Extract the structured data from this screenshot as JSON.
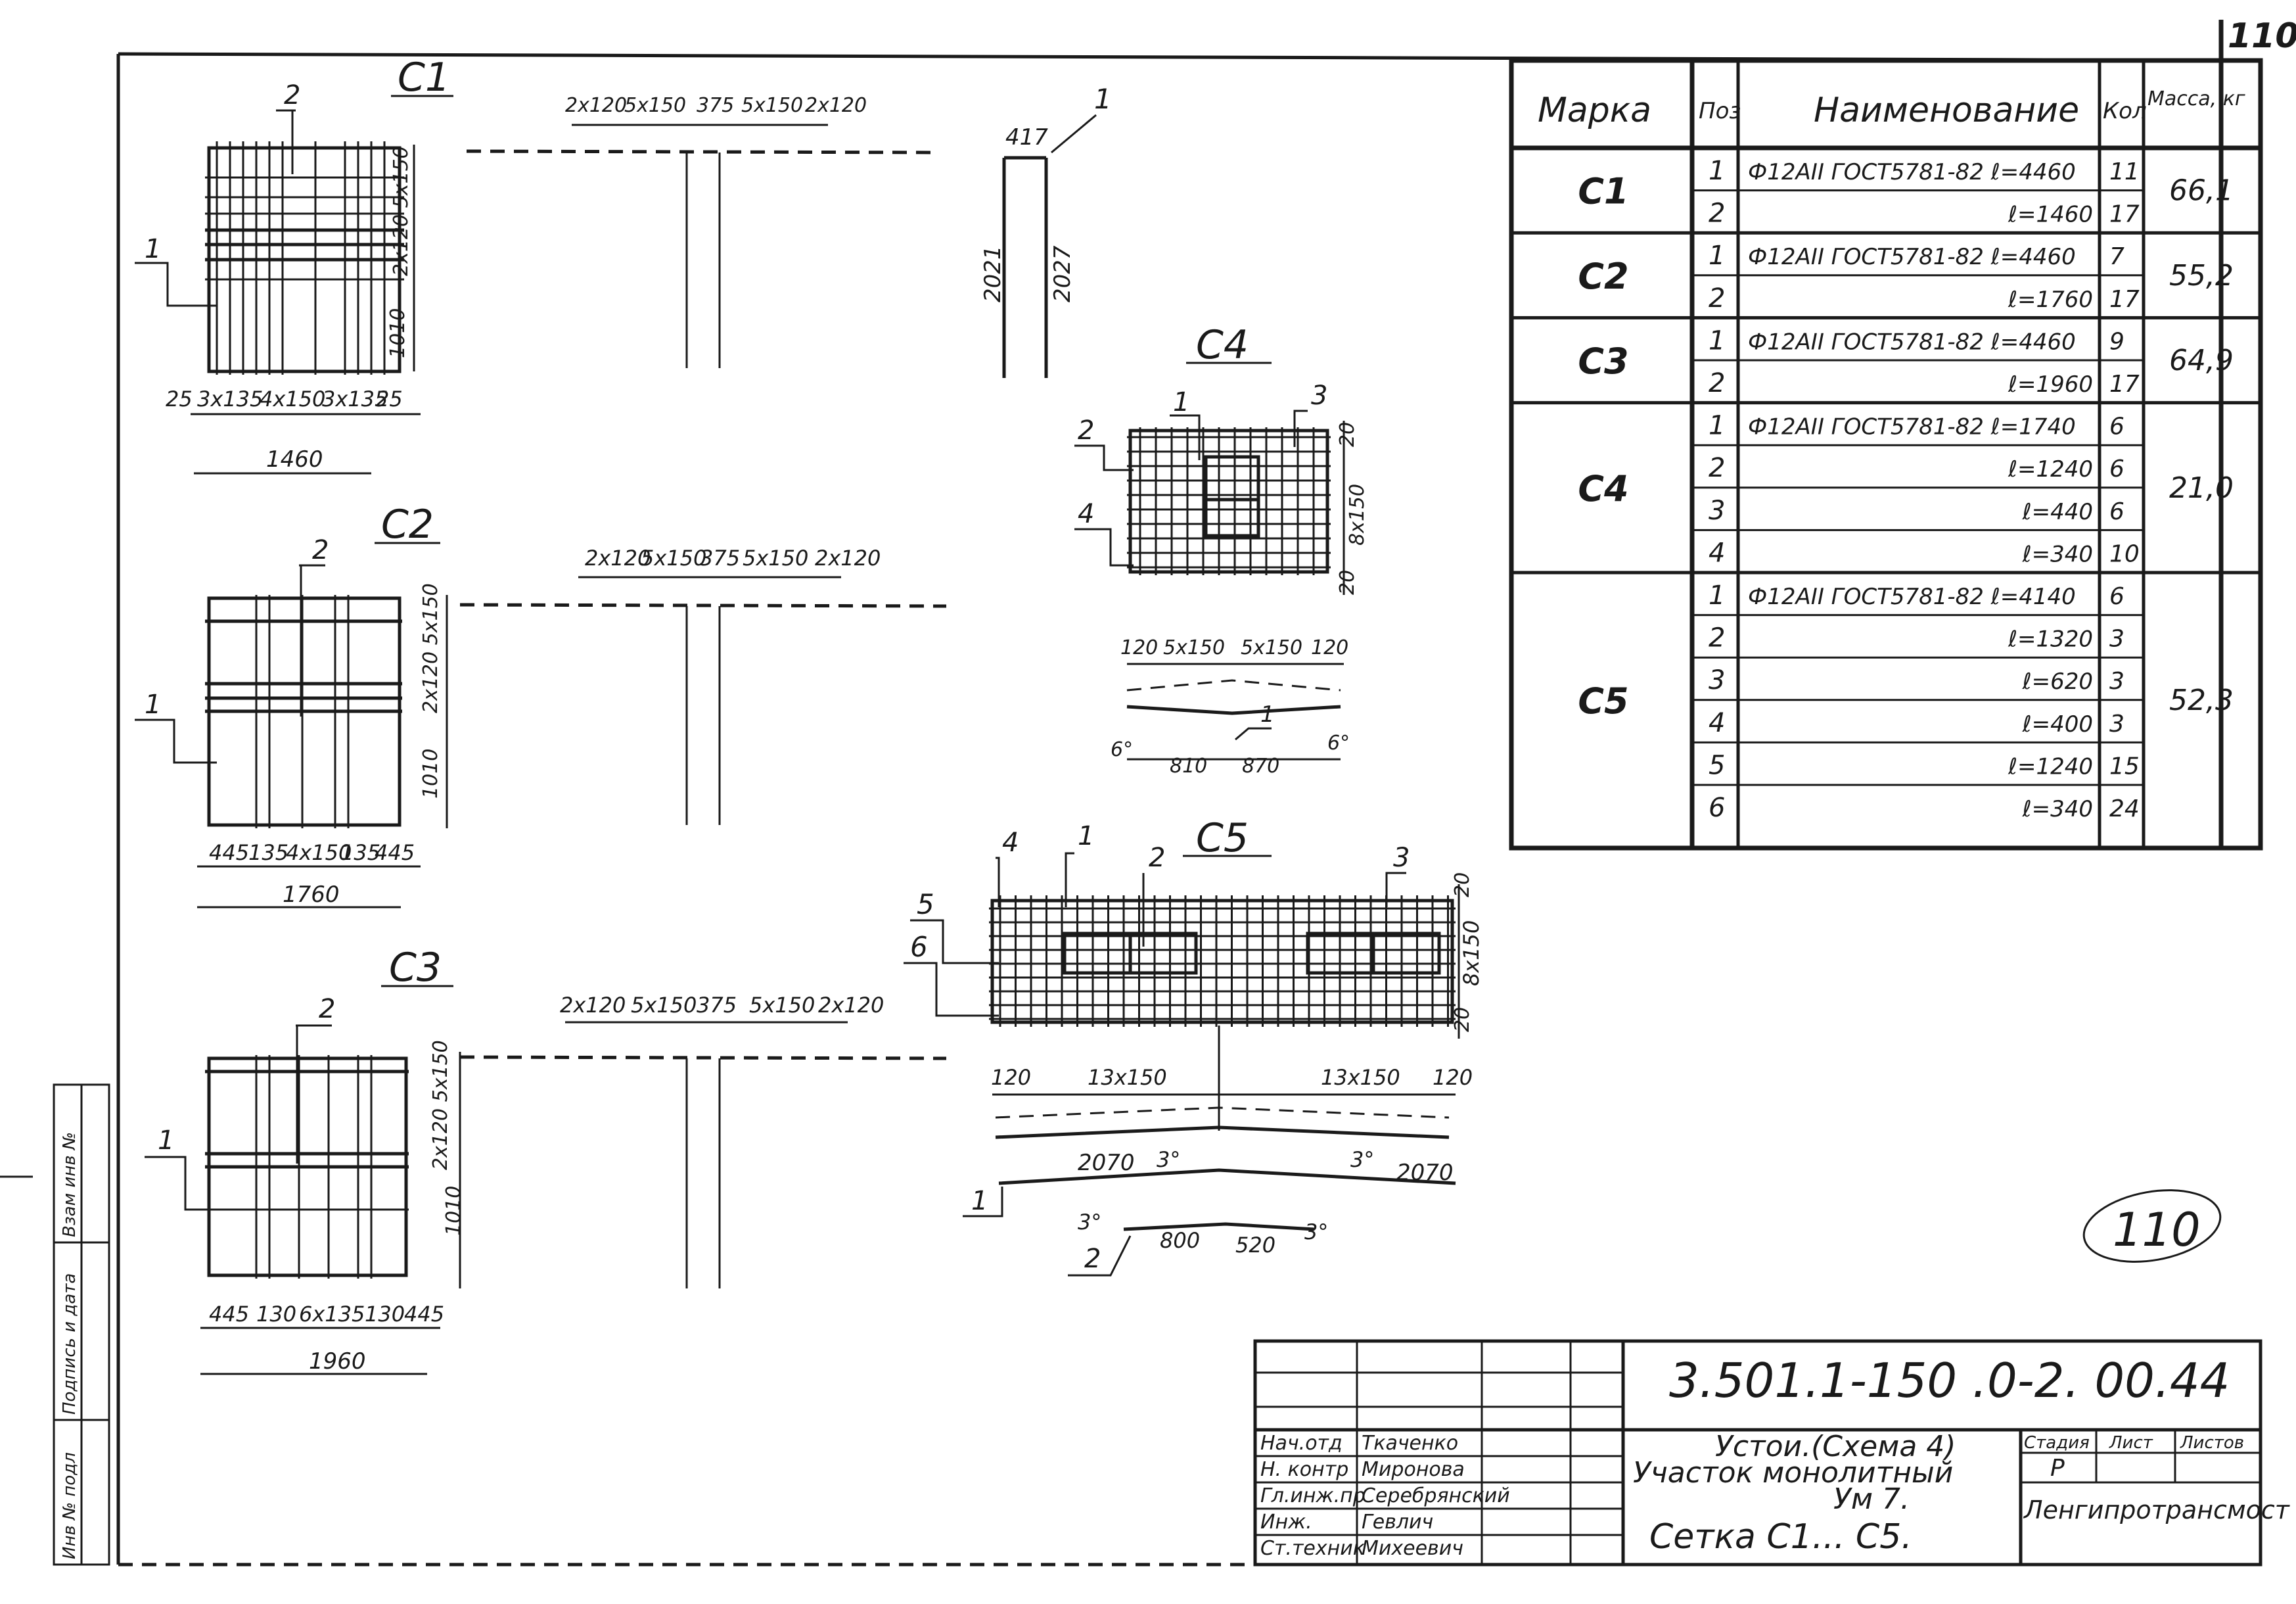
{
  "page_number": "110",
  "stamp_mark": "110",
  "meshes": {
    "c1": {
      "title": "C1",
      "pos1": "1",
      "pos2": "2",
      "dims_bottom": [
        "25",
        "3x135",
        "4x150",
        "3x135",
        "25"
      ],
      "total_width": "1460",
      "dim_side_lower": "1010",
      "dim_side_upper": "2x120 5x150"
    },
    "c2": {
      "title": "C2",
      "pos1": "1",
      "pos2": "2",
      "dims_bottom": [
        "445",
        "135",
        "4x150",
        "135",
        "445"
      ],
      "total_width": "1760",
      "dim_side_lower": "1010",
      "dim_side_upper": "2x120 5x150"
    },
    "c3": {
      "title": "C3",
      "pos1": "1",
      "pos2": "2",
      "dims_bottom": [
        "445",
        "130",
        "6x135",
        "130",
        "445"
      ],
      "total_width": "1960",
      "dim_side_lower": "1010",
      "dim_side_upper": "2x120 5x150"
    },
    "c4": {
      "title": "C4",
      "pos1": "1",
      "pos2": "2",
      "pos3": "3",
      "pos4": "4",
      "dim_side": "8x150",
      "dim_top": "20",
      "dim_bottom_side": "20",
      "dims_top": [
        "120",
        "5x150",
        "5x150",
        "120"
      ],
      "dims_bottom": [
        "810",
        "870"
      ],
      "angle_left": "6°",
      "angle_right": "6°",
      "bar_pos": "1"
    },
    "c5": {
      "title": "C5",
      "pos1": "1",
      "pos2": "2",
      "pos3": "3",
      "pos4": "4",
      "pos5": "5",
      "pos6": "6",
      "dim_side": "8x150",
      "dim_top": "20",
      "dim_bottom_side": "20",
      "dims_top": [
        "120",
        "13x150",
        "13x150",
        "120"
      ],
      "bar1_dims": [
        "2070",
        "2070"
      ],
      "bar1_angles": [
        "3°",
        "3°"
      ],
      "bar1_pos": "1",
      "bar2_dims": [
        "800",
        "520"
      ],
      "bar2_angles": [
        "3°",
        "3°"
      ],
      "bar2_pos": "2"
    }
  },
  "sections": {
    "dims": [
      "2x120",
      "5x150",
      "375",
      "5x150",
      "2x120"
    ]
  },
  "side_bar": {
    "pos": "1",
    "top": "417",
    "left_len": "2021",
    "right_len": "2027"
  },
  "spec_table": {
    "headers": [
      "Марка",
      "Поз",
      "Наименование",
      "Кол",
      "Масса, кг"
    ],
    "groups": [
      {
        "mark": "C1",
        "mass": "66,1",
        "rows": [
          {
            "pos": "1",
            "name": "Ф12АII ГОСТ5781-82 ℓ=4460",
            "qty": "11"
          },
          {
            "pos": "2",
            "name": "ℓ=1460",
            "qty": "17"
          }
        ]
      },
      {
        "mark": "C2",
        "mass": "55,2",
        "rows": [
          {
            "pos": "1",
            "name": "Ф12АII ГОСТ5781-82 ℓ=4460",
            "qty": "7"
          },
          {
            "pos": "2",
            "name": "ℓ=1760",
            "qty": "17"
          }
        ]
      },
      {
        "mark": "C3",
        "mass": "64,9",
        "rows": [
          {
            "pos": "1",
            "name": "Ф12АII ГОСТ5781-82 ℓ=4460",
            "qty": "9"
          },
          {
            "pos": "2",
            "name": "ℓ=1960",
            "qty": "17"
          }
        ]
      },
      {
        "mark": "C4",
        "mass": "21,0",
        "rows": [
          {
            "pos": "1",
            "name": "Ф12АII ГОСТ5781-82 ℓ=1740",
            "qty": "6"
          },
          {
            "pos": "2",
            "name": "ℓ=1240",
            "qty": "6"
          },
          {
            "pos": "3",
            "name": "ℓ=440",
            "qty": "6"
          },
          {
            "pos": "4",
            "name": "ℓ=340",
            "qty": "10"
          }
        ]
      },
      {
        "mark": "C5",
        "mass": "52,3",
        "rows": [
          {
            "pos": "1",
            "name": "Ф12АII ГОСТ5781-82 ℓ=4140",
            "qty": "6"
          },
          {
            "pos": "2",
            "name": "ℓ=1320",
            "qty": "3"
          },
          {
            "pos": "3",
            "name": "ℓ=620",
            "qty": "3"
          },
          {
            "pos": "4",
            "name": "ℓ=400",
            "qty": "3"
          },
          {
            "pos": "5",
            "name": "ℓ=1240",
            "qty": "15"
          },
          {
            "pos": "6",
            "name": "ℓ=340",
            "qty": "24"
          }
        ]
      }
    ]
  },
  "side_stamp": [
    "Инв № подл",
    "Подпись и дата",
    "Взам инв №"
  ],
  "title_block": {
    "code": "3.501.1-150 .0-2. 00.44",
    "staff": [
      {
        "role": "Нач.отд",
        "name": "Ткаченко"
      },
      {
        "role": "Н. контр",
        "name": "Миронова"
      },
      {
        "role": "Гл.инж.пр",
        "name": "Серебрянский"
      },
      {
        "role": "Инж.",
        "name": "Гевлич"
      },
      {
        "role": "Ст.техник",
        "name": "Михеевич"
      }
    ],
    "description_lines": [
      "Устои.(Схема 4)",
      "Участок монолитный",
      "Ум 7.",
      "Сетка С1... С5."
    ],
    "stage_label": "Стадия",
    "sheet_label": "Лист",
    "sheets_label": "Листов",
    "stage_value": "Р",
    "organization": "Ленгипротрансмост"
  }
}
